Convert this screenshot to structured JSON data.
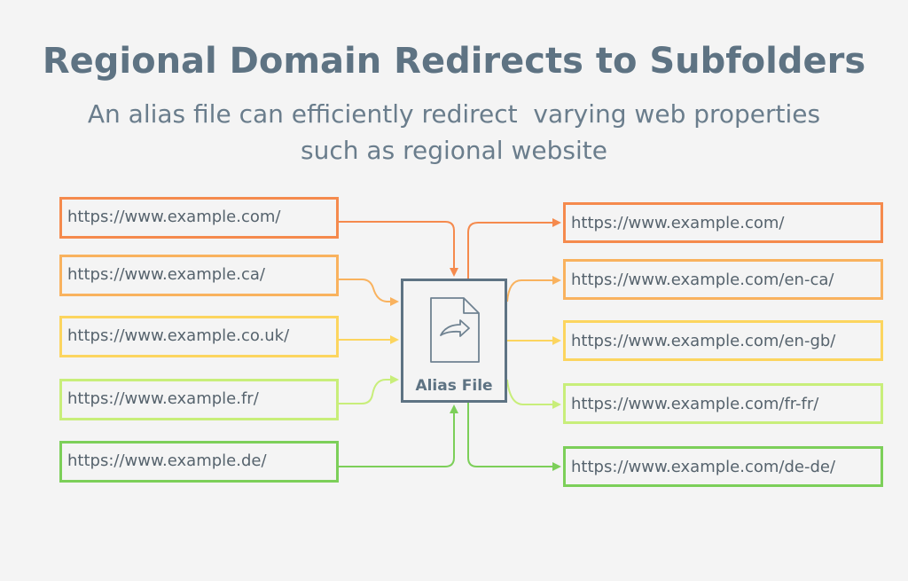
{
  "title": "Regional Domain Redirects to Subfolders",
  "subtitle_line1": "An alias file can efficiently redirect  varying web properties",
  "subtitle_line2": "such as regional website",
  "alias_label": "Alias File",
  "icon": "redirect-file-icon",
  "sources": [
    {
      "url": "https://www.example.com/",
      "color": "#f58a4d"
    },
    {
      "url": "https://www.example.ca/",
      "color": "#f9b25e"
    },
    {
      "url": "https://www.example.co.uk/",
      "color": "#fcd55f"
    },
    {
      "url": "https://www.example.fr/",
      "color": "#c8ee7a"
    },
    {
      "url": "https://www.example.de/",
      "color": "#7ccf59"
    }
  ],
  "targets": [
    {
      "url": "https://www.example.com/",
      "color": "#f58a4d"
    },
    {
      "url": "https://www.example.com/en-ca/",
      "color": "#f9b25e"
    },
    {
      "url": "https://www.example.com/en-gb/",
      "color": "#fcd55f"
    },
    {
      "url": "https://www.example.com/fr-fr/",
      "color": "#c8ee7a"
    },
    {
      "url": "https://www.example.com/de-de/",
      "color": "#7ccf59"
    }
  ]
}
